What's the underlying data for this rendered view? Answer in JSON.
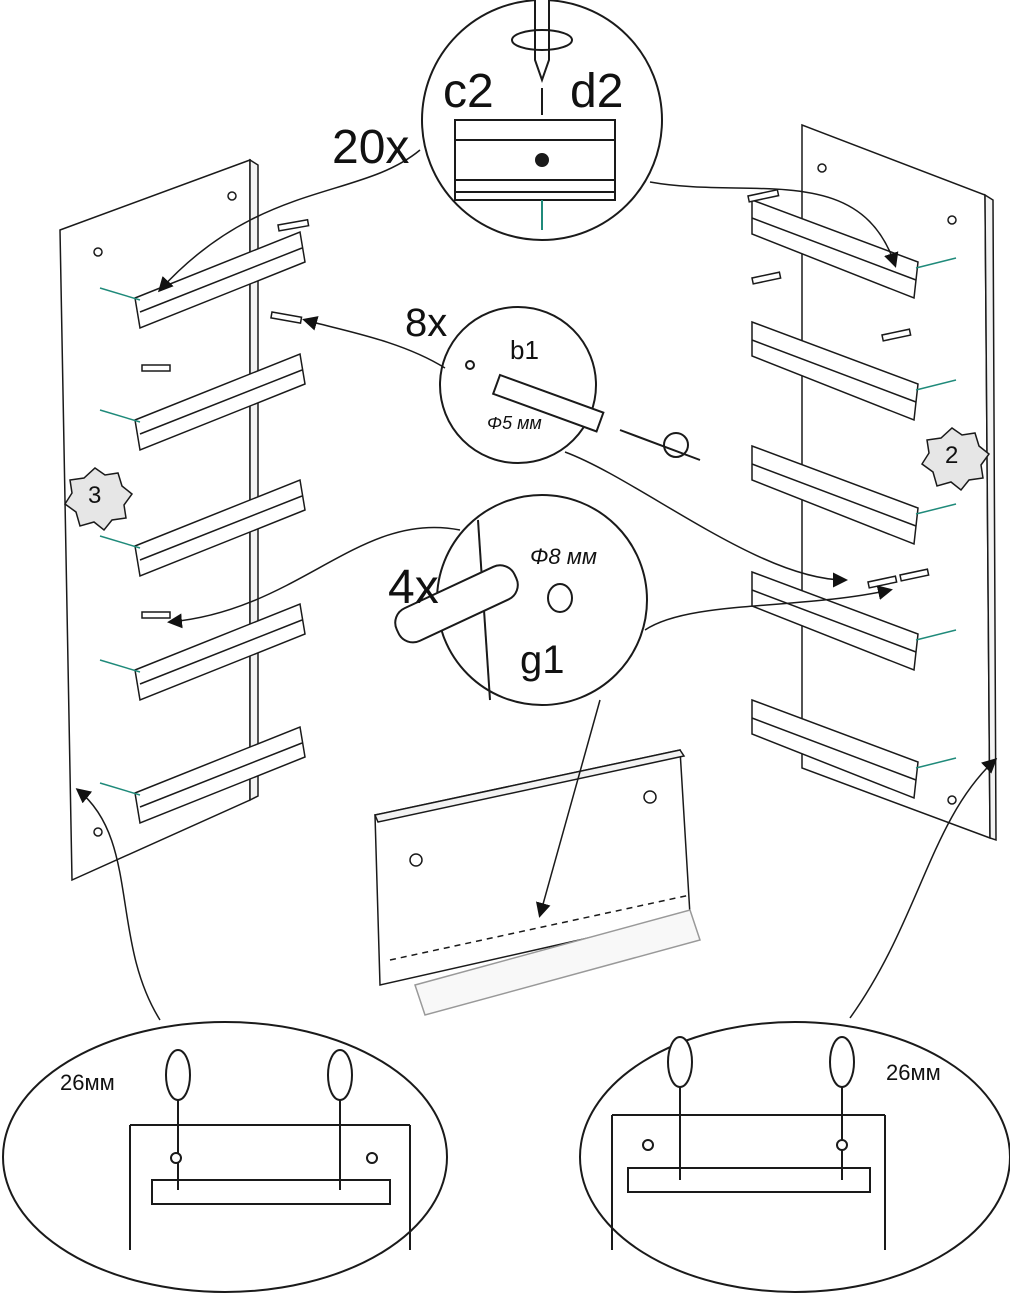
{
  "callouts": {
    "screw": {
      "count": "20x",
      "part_left": "c2",
      "part_right": "d2"
    },
    "cam_bolt": {
      "count": "8x",
      "part": "b1",
      "hole": "Φ5 мм"
    },
    "dowel": {
      "count": "4x",
      "part": "g1",
      "hole": "Φ8 мм"
    }
  },
  "panels": {
    "left_badge": "3",
    "right_badge": "2"
  },
  "details": {
    "left_offset": "26мм",
    "right_offset": "26мм"
  },
  "colors": {
    "line": "#1a1a1a",
    "accent": "#1f8a7a",
    "fill": "#ffffff",
    "badge": "#e6e6e6"
  }
}
